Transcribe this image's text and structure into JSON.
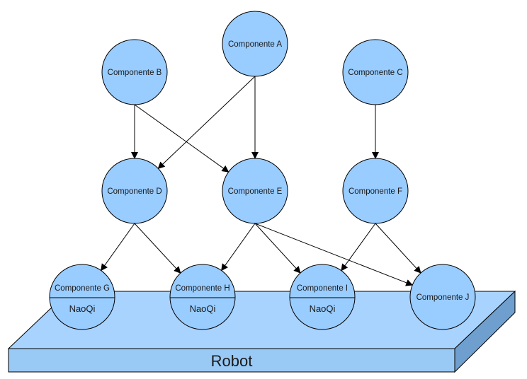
{
  "platform": {
    "label": "Robot"
  },
  "nodes": [
    {
      "id": "A",
      "label": "Componente A"
    },
    {
      "id": "B",
      "label": "Componente B"
    },
    {
      "id": "C",
      "label": "Componente C"
    },
    {
      "id": "D",
      "label": "Componente D"
    },
    {
      "id": "E",
      "label": "Componente E"
    },
    {
      "id": "F",
      "label": "Componente F"
    },
    {
      "id": "G",
      "label": "Componente G",
      "sublabel": "NaoQi"
    },
    {
      "id": "H",
      "label": "Componente H",
      "sublabel": "NaoQi"
    },
    {
      "id": "I",
      "label": "Componente I",
      "sublabel": "NaoQi"
    },
    {
      "id": "J",
      "label": "Componente J"
    }
  ],
  "edges": [
    {
      "from": "A",
      "to": "D"
    },
    {
      "from": "A",
      "to": "E"
    },
    {
      "from": "B",
      "to": "D"
    },
    {
      "from": "B",
      "to": "E"
    },
    {
      "from": "C",
      "to": "F"
    },
    {
      "from": "D",
      "to": "G"
    },
    {
      "from": "D",
      "to": "H"
    },
    {
      "from": "E",
      "to": "H"
    },
    {
      "from": "E",
      "to": "I"
    },
    {
      "from": "E",
      "to": "J"
    },
    {
      "from": "F",
      "to": "I"
    },
    {
      "from": "F",
      "to": "J"
    }
  ],
  "colors": {
    "node_fill": "#99ccff",
    "node_stroke": "#000000",
    "platform_top": "#a9d3ff",
    "platform_front": "#99c9f5",
    "platform_side": "#6f9fce",
    "edge": "#000000"
  }
}
